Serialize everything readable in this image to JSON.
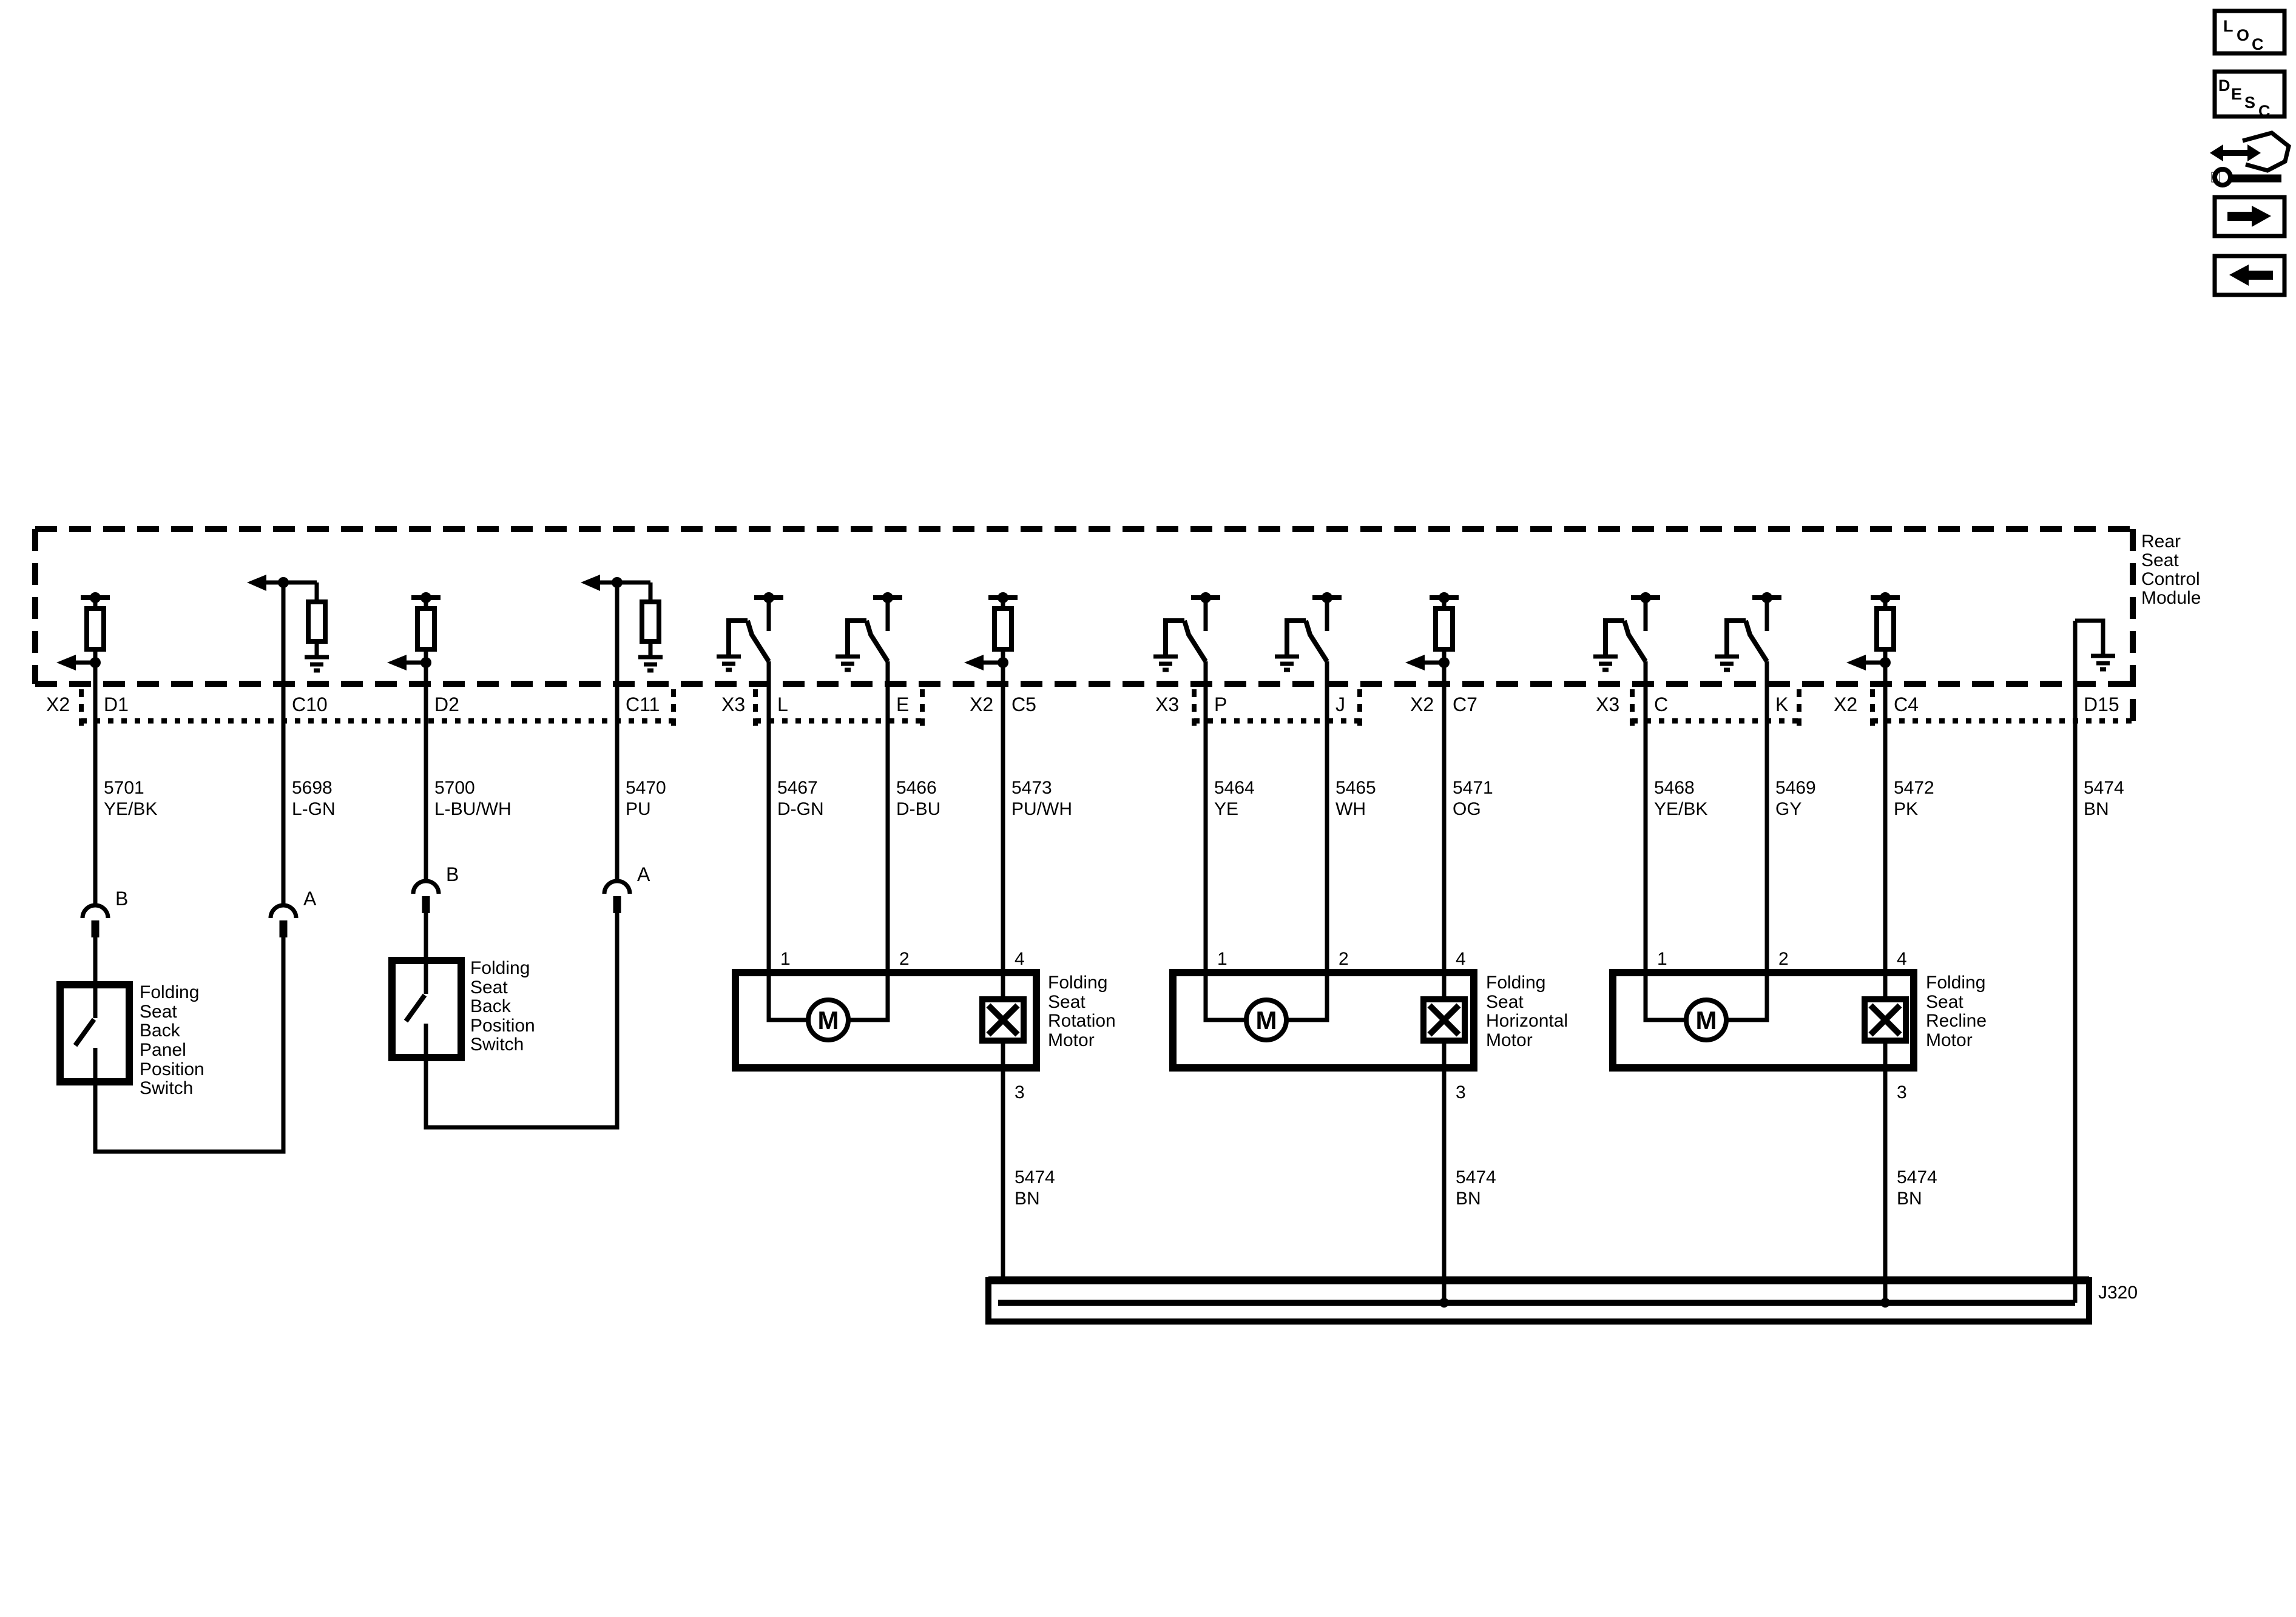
{
  "colors": {
    "ink": "#000000",
    "paper": "#ffffff"
  },
  "toolbar": {
    "loc_label": "LOC",
    "desc_label": "DESC"
  },
  "module": {
    "name_lines": [
      "Rear",
      "Seat",
      "Control",
      "Module"
    ]
  },
  "pins": {
    "x2_left": "X2",
    "d1": "D1",
    "c10": "C10",
    "d2": "D2",
    "c11": "C11",
    "x3_rot": "X3",
    "l": "L",
    "e": "E",
    "x2_c5": "X2",
    "c5": "C5",
    "x3_hor": "X3",
    "p": "P",
    "j": "J",
    "x2_c7": "X2",
    "c7": "C7",
    "x3_rec": "X3",
    "c": "C",
    "k": "K",
    "x2_right": "X2",
    "c4": "C4",
    "d15": "D15"
  },
  "wires": {
    "d1": {
      "circuit": "5701",
      "color": "YE/BK"
    },
    "c10": {
      "circuit": "5698",
      "color": "L-GN"
    },
    "d2": {
      "circuit": "5700",
      "color": "L-BU/WH"
    },
    "c11": {
      "circuit": "5470",
      "color": "PU"
    },
    "l": {
      "circuit": "5467",
      "color": "D-GN"
    },
    "e": {
      "circuit": "5466",
      "color": "D-BU"
    },
    "c5": {
      "circuit": "5473",
      "color": "PU/WH"
    },
    "p": {
      "circuit": "5464",
      "color": "YE"
    },
    "j": {
      "circuit": "5465",
      "color": "WH"
    },
    "c7": {
      "circuit": "5471",
      "color": "OG"
    },
    "c": {
      "circuit": "5468",
      "color": "YE/BK"
    },
    "k": {
      "circuit": "5469",
      "color": "GY"
    },
    "c4": {
      "circuit": "5472",
      "color": "PK"
    },
    "d15": {
      "circuit": "5474",
      "color": "BN"
    },
    "ground": {
      "circuit": "5474",
      "color": "BN"
    }
  },
  "switches": [
    {
      "name_lines": [
        "Folding",
        "Seat",
        "Back",
        "Panel",
        "Position",
        "Switch"
      ],
      "pin_b": "B",
      "pin_a": "A"
    },
    {
      "name_lines": [
        "Folding",
        "Seat",
        "Back",
        "Position",
        "Switch"
      ],
      "pin_b": "B",
      "pin_a": "A"
    }
  ],
  "motors": [
    {
      "name_lines": [
        "Folding",
        "Seat",
        "Rotation",
        "Motor"
      ],
      "symbol": "M",
      "pin1": "1",
      "pin2": "2",
      "pin3": "3",
      "pin4": "4"
    },
    {
      "name_lines": [
        "Folding",
        "Seat",
        "Horizontal",
        "Motor"
      ],
      "symbol": "M",
      "pin1": "1",
      "pin2": "2",
      "pin3": "3",
      "pin4": "4"
    },
    {
      "name_lines": [
        "Folding",
        "Seat",
        "Recline",
        "Motor"
      ],
      "symbol": "M",
      "pin1": "1",
      "pin2": "2",
      "pin3": "3",
      "pin4": "4"
    }
  ],
  "splice": {
    "label": "J320"
  }
}
